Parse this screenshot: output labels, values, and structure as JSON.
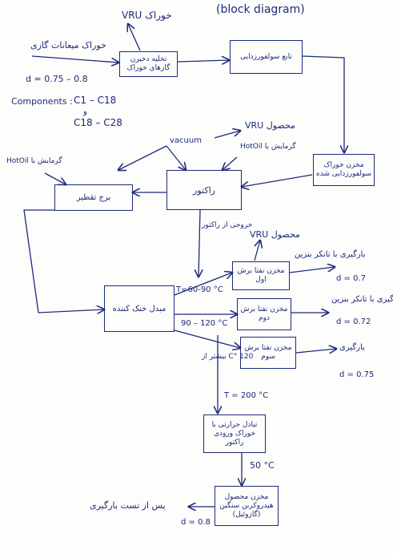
{
  "title": "(block diagram)",
  "feed": {
    "label": "خوراک میعانات گازی",
    "density": "d = 0.75 – 0.8",
    "components_label": "Components :",
    "comp1": "C1 – C18",
    "comp_and": "و",
    "comp2": "C18 – C28"
  },
  "top_vru": "خوراک VRU",
  "boxes": {
    "gas_separation": "تخلیه دخیرن گازهای خوراک",
    "desalting": "تابع سولفورزدایی",
    "feed_sweet": "مخزن خوراک سولفورزدایی شده",
    "reactor": "راکتور",
    "distillation": "برج تقطیر",
    "condenser": "مبدل خنک کننده",
    "tank1": "مخزن نفتا برش اول",
    "tank2": "مخزن نفتا برش دوم",
    "tank3": "مخزن نفتا برش سوم",
    "heat_exchanger": "تبادل حرارتی با خوراک ورودی راکتور",
    "final_tank": "مخزن محصول هیدروکربن سنگین (گازوئیل)"
  },
  "labels": {
    "vacuum": "vacuum",
    "vru_product": "محصول VRU",
    "hotoil_heating": "گرمایش با HotOil",
    "hotoil_distill": "گرمایش با HotOil",
    "reactor_out": "خروجی از راکتور",
    "vru_product2": "محصول VRU",
    "t1": "T=60-90 °C",
    "t2": "90 – 120 °C",
    "t3": "120 °C بیشتر از",
    "t4": "T = 200 °C",
    "t5": "50 °C",
    "out1": "بارگیری با تانکر بنزین",
    "d1": "d = 0.7",
    "out2": "بارگیری با تانکر بنزین",
    "d2": "d = 0.72",
    "out3": "بارگیری",
    "d3": "d = 0.75",
    "final_out": "پس از تست بارگیری",
    "d4": "d = 0.8"
  }
}
